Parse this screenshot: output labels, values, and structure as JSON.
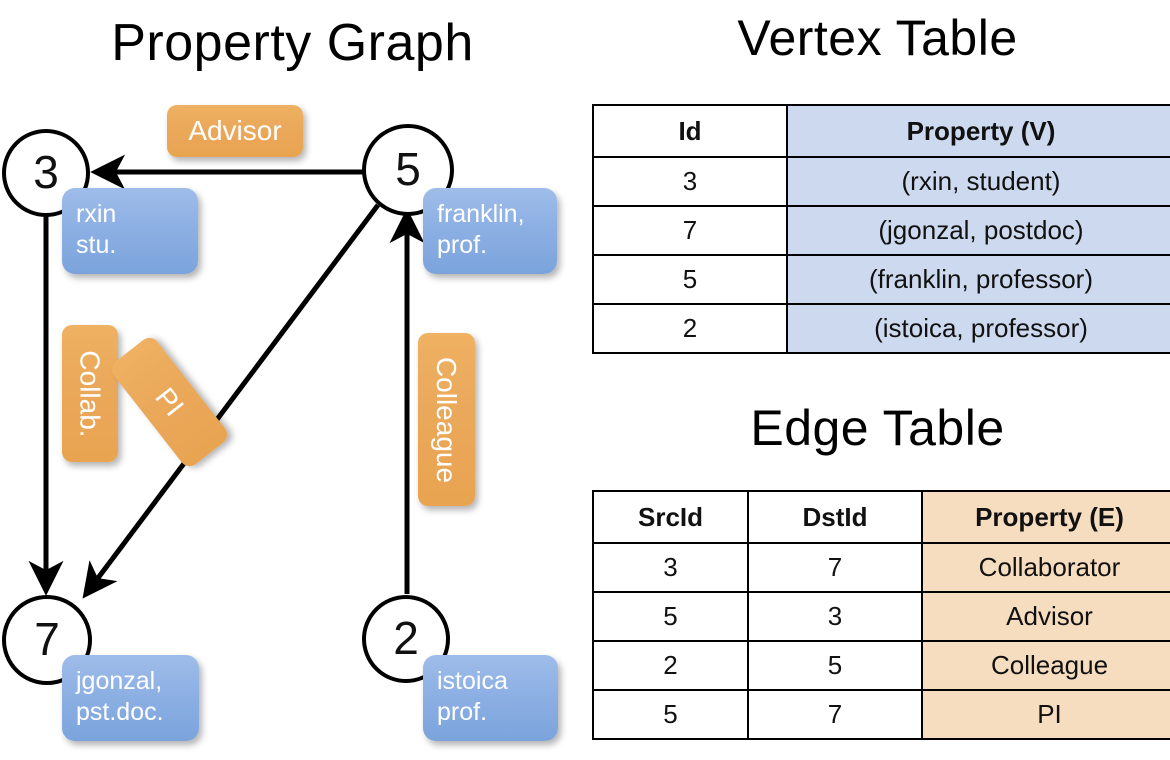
{
  "titles": {
    "property_graph": "Property Graph",
    "vertex_table": "Vertex Table",
    "edge_table": "Edge Table"
  },
  "colors": {
    "vertex_property_fill": "#ccd9ee",
    "edge_property_fill": "#f6ddbf",
    "vertex_box_blue": "#8fb1e4",
    "edge_label_orange": "#eaa85a",
    "stroke": "#000000"
  },
  "graph": {
    "nodes": [
      {
        "id": "3",
        "label": "3",
        "property_lines": [
          "rxin",
          "stu."
        ]
      },
      {
        "id": "5",
        "label": "5",
        "property_lines": [
          "franklin,",
          "prof."
        ]
      },
      {
        "id": "7",
        "label": "7",
        "property_lines": [
          "jgonzal,",
          "pst.doc."
        ]
      },
      {
        "id": "2",
        "label": "2",
        "property_lines": [
          "istoica",
          "prof."
        ]
      }
    ],
    "edge_labels": [
      {
        "name": "advisor",
        "text": "Advisor",
        "orientation": "horizontal"
      },
      {
        "name": "collaborator",
        "text": "Collab.",
        "orientation": "vertical"
      },
      {
        "name": "pi",
        "text": "PI",
        "orientation": "vertical-rotated"
      },
      {
        "name": "colleague",
        "text": "Colleague",
        "orientation": "vertical"
      }
    ],
    "edges": [
      {
        "src": "5",
        "dst": "3",
        "label": "Advisor"
      },
      {
        "src": "3",
        "dst": "7",
        "label": "Collab."
      },
      {
        "src": "5",
        "dst": "7",
        "label": "PI"
      },
      {
        "src": "2",
        "dst": "5",
        "label": "Colleague"
      }
    ]
  },
  "vertex_table": {
    "headers": [
      "Id",
      "Property (V)"
    ],
    "rows": [
      {
        "id": "3",
        "property": "(rxin, student)"
      },
      {
        "id": "7",
        "property": "(jgonzal, postdoc)"
      },
      {
        "id": "5",
        "property": "(franklin, professor)"
      },
      {
        "id": "2",
        "property": "(istoica, professor)"
      }
    ]
  },
  "edge_table": {
    "headers": [
      "SrcId",
      "DstId",
      "Property (E)"
    ],
    "rows": [
      {
        "src": "3",
        "dst": "7",
        "property": "Collaborator"
      },
      {
        "src": "5",
        "dst": "3",
        "property": "Advisor"
      },
      {
        "src": "2",
        "dst": "5",
        "property": "Colleague"
      },
      {
        "src": "5",
        "dst": "7",
        "property": "PI"
      }
    ]
  }
}
